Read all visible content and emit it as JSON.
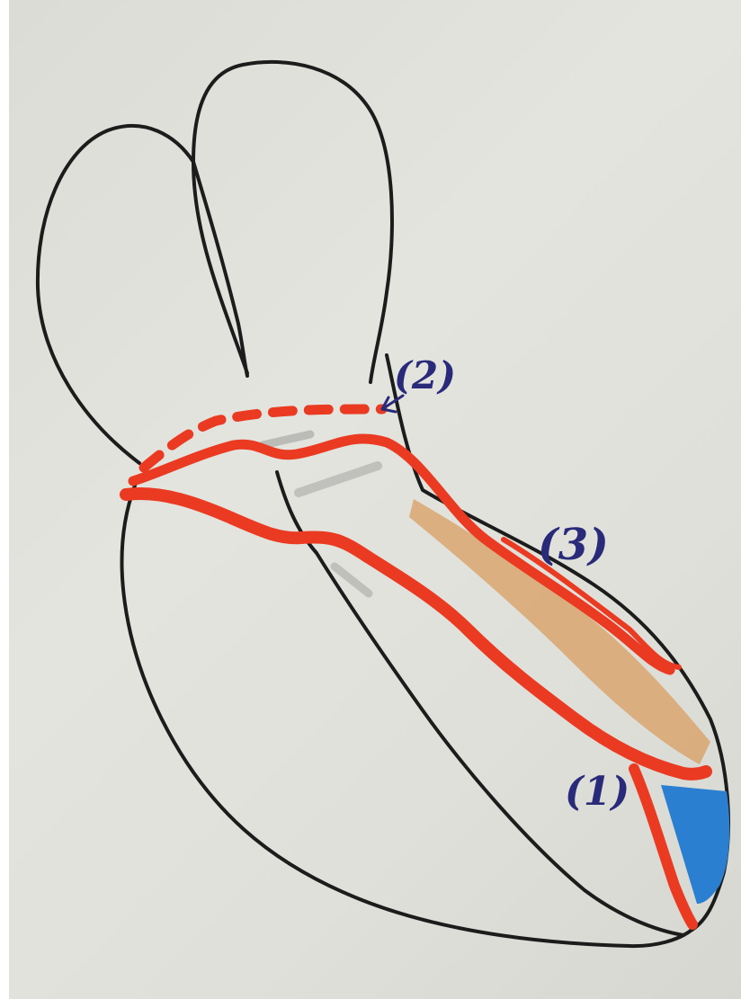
{
  "labels": {
    "label_1": "(1)",
    "label_2": "(2)",
    "label_3": "(3)"
  },
  "colors": {
    "paper": "#e0e0da",
    "ink_outline": "#1c1c1c",
    "red_vessel": "#ea3a22",
    "orange_band": "#d9a065",
    "blue_region": "#2a7fd0",
    "label_ink": "#2a2a7a"
  }
}
